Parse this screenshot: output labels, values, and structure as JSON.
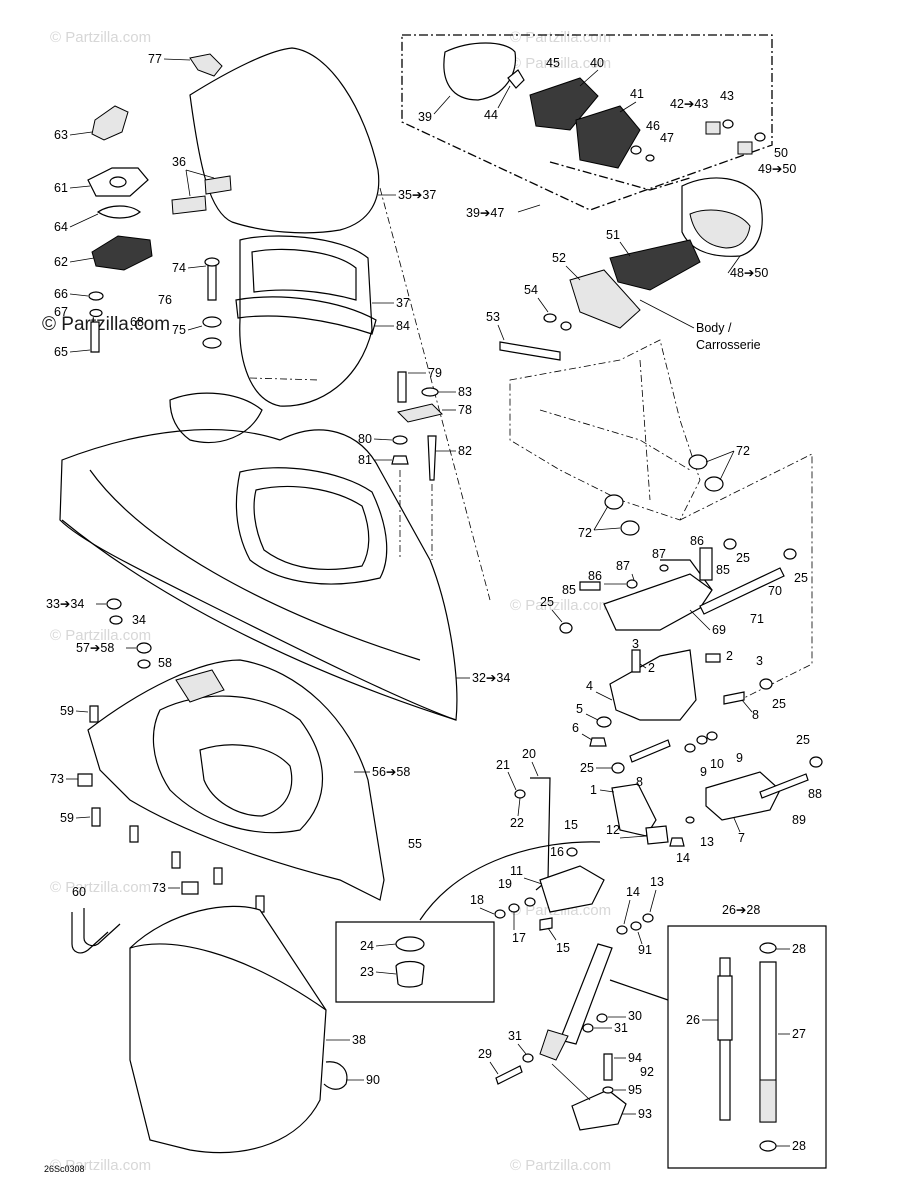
{
  "watermarks": [
    "© Partzilla.com",
    "© Partzilla.com",
    "© Partzilla.com",
    "© Partzilla.com",
    "© Partzilla.com",
    "© Partzilla.com",
    "© Partzilla.com",
    "© Partzilla.com",
    "© Partzilla.com"
  ],
  "watermark_large": "© Partzilla.com",
  "figure_code": "26Sc0308",
  "body_note_line1": "Body /",
  "body_note_line2": "Carrosserie",
  "callouts": [
    "77",
    "36",
    "35➔37",
    "63",
    "61",
    "64",
    "62",
    "66",
    "67",
    "68",
    "65",
    "74",
    "76",
    "75",
    "37",
    "84",
    "79",
    "83",
    "78",
    "80",
    "82",
    "81",
    "39",
    "44",
    "45",
    "40",
    "41",
    "46",
    "47",
    "42➔43",
    "43",
    "50",
    "49➔50",
    "39➔47",
    "51",
    "52",
    "48➔50",
    "54",
    "53",
    "72",
    "72",
    "86",
    "87",
    "87",
    "86",
    "85",
    "85",
    "25",
    "25",
    "70",
    "25",
    "69",
    "71",
    "3",
    "2",
    "2",
    "3",
    "4",
    "5",
    "6",
    "8",
    "25",
    "9",
    "10",
    "9",
    "8",
    "25",
    "25",
    "88",
    "89",
    "1",
    "7",
    "12",
    "13",
    "14",
    "20",
    "21",
    "22",
    "15",
    "16",
    "11",
    "19",
    "18",
    "17",
    "15",
    "14",
    "13",
    "91",
    "24",
    "23",
    "26➔28",
    "28",
    "26",
    "27",
    "28",
    "30",
    "31",
    "31",
    "29",
    "94",
    "92",
    "95",
    "93",
    "33➔34",
    "34",
    "57➔58",
    "58",
    "59",
    "73",
    "59",
    "32➔34",
    "56➔58",
    "55",
    "73",
    "60",
    "38",
    "90"
  ]
}
